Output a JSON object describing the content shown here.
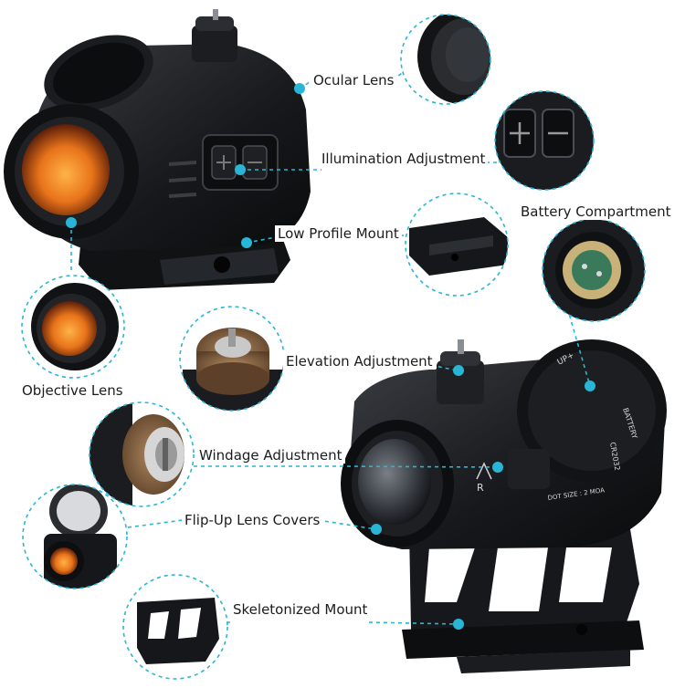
{
  "callouts": {
    "ocular_lens": "Ocular Lens",
    "illumination_adjustment": "Illumination Adjustment",
    "battery_compartment": "Battery Compartment",
    "low_profile_mount": "Low Profile Mount",
    "objective_lens": "Objective Lens",
    "elevation_adjustment": "Elevation Adjustment",
    "windage_adjustment": "Windage Adjustment",
    "flip_up_lens_covers": "Flip-Up Lens Covers",
    "skeletonized_mount": "Skeletonized Mount"
  },
  "engravings": {
    "up_marking": "UP+",
    "battery_cap": "BATTERY",
    "battery_model": "CR2032",
    "dot_size": "DOT SIZE : 2 MOA",
    "direction_r": "R"
  },
  "colors": {
    "callout_line": "#29b6d6",
    "body_black": "#15171a",
    "lens_orange": "#e8731a",
    "knob_bronze": "#7a5a3c"
  }
}
